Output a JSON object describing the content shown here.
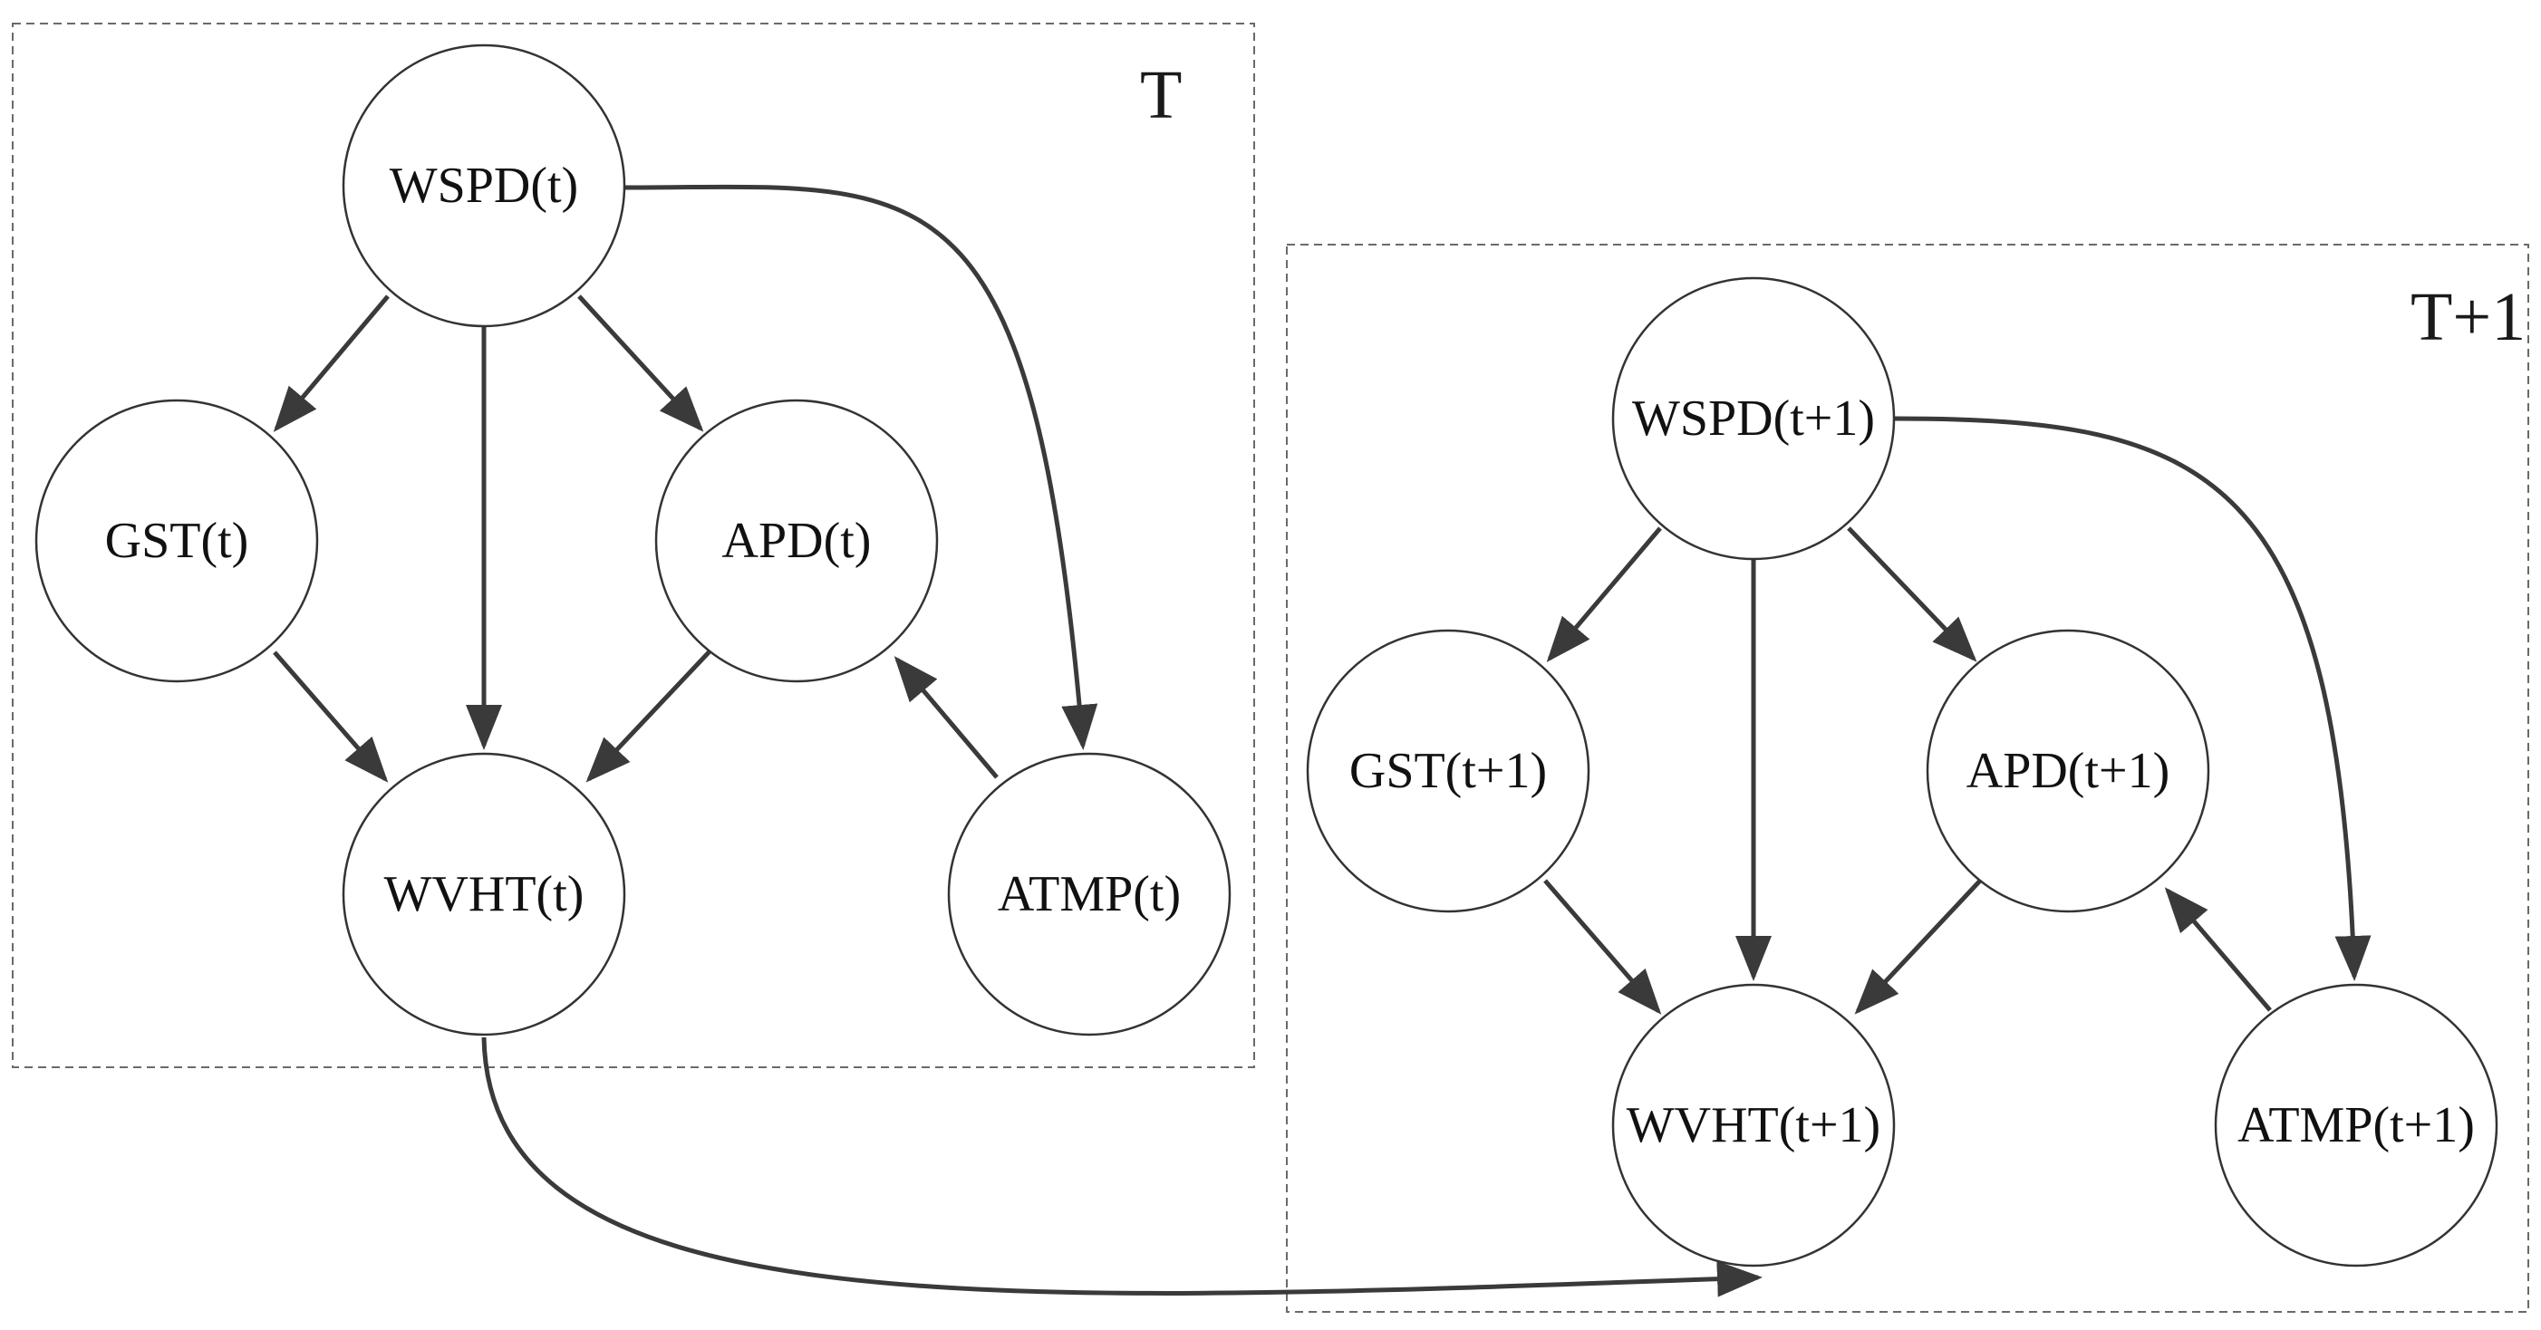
{
  "diagram": {
    "type": "dynamic-bayesian-network",
    "colors": {
      "edge": "#3a3a3a",
      "node_stroke": "#333333",
      "frame": "#6a6a6a"
    },
    "frames": [
      {
        "id": "T",
        "label": "T"
      },
      {
        "id": "T1",
        "label": "T+1"
      }
    ],
    "nodes": [
      {
        "id": "wspd_t",
        "label": "WSPD(t)"
      },
      {
        "id": "gst_t",
        "label": "GST(t)"
      },
      {
        "id": "apd_t",
        "label": "APD(t)"
      },
      {
        "id": "wvht_t",
        "label": "WVHT(t)"
      },
      {
        "id": "atmp_t",
        "label": "ATMP(t)"
      },
      {
        "id": "wspd_t1",
        "label": "WSPD(t+1)"
      },
      {
        "id": "gst_t1",
        "label": "GST(t+1)"
      },
      {
        "id": "apd_t1",
        "label": "APD(t+1)"
      },
      {
        "id": "wvht_t1",
        "label": "WVHT(t+1)"
      },
      {
        "id": "atmp_t1",
        "label": "ATMP(t+1)"
      }
    ],
    "edges": [
      {
        "from": "wspd_t",
        "to": "gst_t"
      },
      {
        "from": "wspd_t",
        "to": "wvht_t"
      },
      {
        "from": "wspd_t",
        "to": "apd_t"
      },
      {
        "from": "wspd_t",
        "to": "atmp_t"
      },
      {
        "from": "gst_t",
        "to": "wvht_t"
      },
      {
        "from": "apd_t",
        "to": "wvht_t"
      },
      {
        "from": "atmp_t",
        "to": "apd_t"
      },
      {
        "from": "wspd_t1",
        "to": "gst_t1"
      },
      {
        "from": "wspd_t1",
        "to": "wvht_t1"
      },
      {
        "from": "wspd_t1",
        "to": "apd_t1"
      },
      {
        "from": "wspd_t1",
        "to": "atmp_t1"
      },
      {
        "from": "gst_t1",
        "to": "wvht_t1"
      },
      {
        "from": "apd_t1",
        "to": "wvht_t1"
      },
      {
        "from": "atmp_t1",
        "to": "apd_t1"
      },
      {
        "from": "wvht_t",
        "to": "wvht_t1"
      }
    ]
  }
}
